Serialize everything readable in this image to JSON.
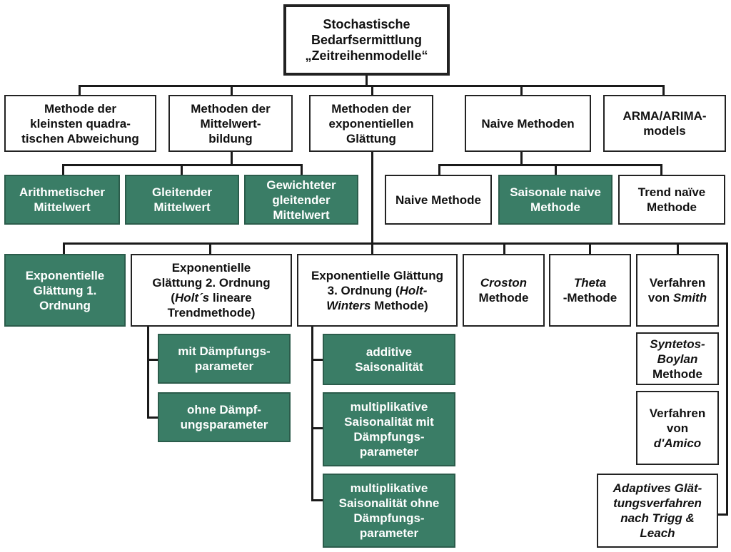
{
  "colors": {
    "accent_green": "#3a7d66",
    "line": "#1a1a1a",
    "border": "#222222"
  },
  "root": {
    "line1": "Stochastische",
    "line2": "Bedarfsermittlung",
    "line3": "„Zeitreihenmodelle“"
  },
  "level1": [
    {
      "id": "kq",
      "text": "Methode der kleinsten quadra-tischen Abweichung"
    },
    {
      "id": "mw",
      "text": "Methoden der Mittelwert-bildung"
    },
    {
      "id": "ex",
      "text": "Methoden der exponentiellen Glättung"
    },
    {
      "id": "nv",
      "text": "Naive Methoden"
    },
    {
      "id": "ar",
      "text": "ARMA/ARIMA-models"
    }
  ],
  "level1_lines": {
    "kq": [
      "Methode der",
      "kleinsten quadra-",
      "tischen Abweichung"
    ],
    "mw": [
      "Methoden der",
      "Mittelwert-",
      "bildung"
    ],
    "ex": [
      "Methoden der",
      "exponentiellen",
      "Glättung"
    ],
    "nv": [
      "Naive Methoden"
    ],
    "ar": [
      "ARMA/ARIMA-",
      "models"
    ]
  },
  "mittelwert_children": [
    [
      "Arithmetischer",
      "Mittelwert"
    ],
    [
      "Gleitender",
      "Mittelwert"
    ],
    [
      "Gewichteter",
      "gleitender",
      "Mittelwert"
    ]
  ],
  "naive_children": [
    [
      "Naive Methode"
    ],
    [
      "Saisonale naive",
      "Methode"
    ],
    [
      "Trend naïve",
      "Methode"
    ]
  ],
  "exp_children": {
    "first_order": [
      "Exponentielle",
      "Glättung 1.",
      "Ordnung"
    ],
    "second_order": {
      "l1": "Exponentielle",
      "l2": "Glättung 2. Ordnung",
      "l3_open": "(",
      "l3_italic": "Holt´s",
      "l3_rest": " lineare",
      "l4": "Trendmethode)"
    },
    "third_order": {
      "l1": "Exponentielle Glättung",
      "l2_pre": "3. Ordnung (",
      "l2_italic": "Holt-",
      "l3_italic": "Winters",
      "l3_rest": " Methode)"
    },
    "croston": {
      "italic": "Croston",
      "rest": "Methode"
    },
    "theta": {
      "italic": "Theta",
      "rest": "-Methode"
    },
    "smith": {
      "l1": "Verfahren",
      "l2_pre": "von ",
      "l2_italic": "Smith"
    },
    "syntetos": {
      "l1_italic": "Syntetos-",
      "l2_italic": "Boylan",
      "l3": "Methode"
    },
    "amico": {
      "l1": "Verfahren",
      "l2": "von",
      "l3_italic": "d'Amico"
    },
    "trigg": [
      "Adaptives Glät-",
      "tungsverfahren",
      "nach Trigg &",
      "Leach"
    ]
  },
  "holt_children": [
    [
      "mit Dämpfungs-",
      "parameter"
    ],
    [
      "ohne Dämpf-",
      "ungsparameter"
    ]
  ],
  "winters_children": [
    [
      "additive",
      "Saisonalität"
    ],
    [
      "multiplikative",
      "Saisonalität mit",
      "Dämpfungs-",
      "parameter"
    ],
    [
      "multiplikative",
      "Saisonalität ohne",
      "Dämpfungs-",
      "parameter"
    ]
  ]
}
